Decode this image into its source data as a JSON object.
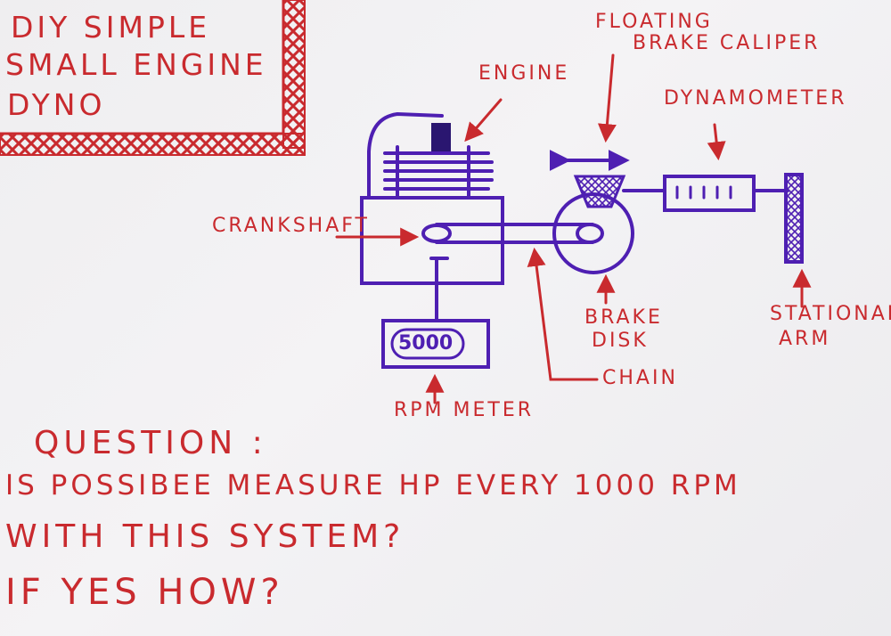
{
  "title": {
    "lines": [
      "DIY SIMPLE",
      "SMALL ENGINE",
      "DYNO"
    ]
  },
  "labels": {
    "engine": "ENGINE",
    "floating_caliper_1": "FLOATING",
    "floating_caliper_2": "BRAKE CALIPER",
    "dynamometer": "DYNAMOMETER",
    "crankshaft": "CRANKSHAFT",
    "brake_disk_1": "BRAKE",
    "brake_disk_2": "DISK",
    "stationary_arm_1": "STATIONARY",
    "stationary_arm_2": "ARM",
    "chain": "CHAIN",
    "rpm_meter": "RPM METER",
    "rpm_display": "5000"
  },
  "question": {
    "heading": "QUESTION :",
    "line1": "IS POSSIBEE  MEASURE HP EVERY 1000 RPM",
    "line2": "WITH THIS SYSTEM?",
    "line3": "IF YES HOW?"
  },
  "colors": {
    "ink_red": "#c92a2e",
    "ink_purple": "#4e1fb2",
    "paper": "#efeef0"
  }
}
